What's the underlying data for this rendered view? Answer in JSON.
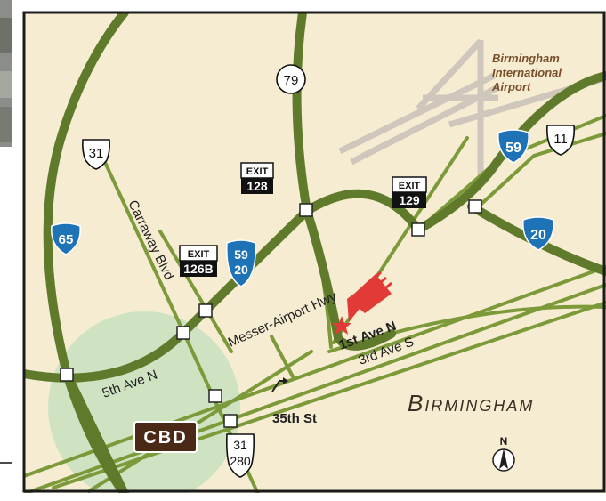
{
  "colors": {
    "background": "#f6ecd1",
    "road": "#5f7a2a",
    "road_light": "#7d9a3a",
    "park": "#cfe3c3",
    "runway": "#cfc7bb",
    "frame": "#1b1b1b",
    "interstate": "#1d73b6",
    "cbd_badge": "#4a2a17",
    "marker": "#e23a36",
    "city_text": "#3d2e23",
    "airport_text": "#7a4f2a"
  },
  "labels": {
    "airport": [
      "Birmingham",
      "International",
      "Airport"
    ],
    "city": "Birmingham",
    "cbd": "CBD",
    "destination": "1st Ave N",
    "compass_letter": "N"
  },
  "streets": [
    {
      "name": "carraway",
      "text": "Carraway Blvd"
    },
    {
      "name": "messer",
      "text": "Messer-Airport Hwy"
    },
    {
      "name": "fifth",
      "text": "5th Ave N"
    },
    {
      "name": "third",
      "text": "3rd Ave S"
    },
    {
      "name": "thirtyfifth",
      "text": "35th St"
    }
  ],
  "exits": [
    {
      "name": "128",
      "word": "EXIT",
      "number": "128"
    },
    {
      "name": "129",
      "word": "EXIT",
      "number": "129"
    },
    {
      "name": "126b",
      "word": "EXIT",
      "number": "126B"
    }
  ],
  "interstates": [
    {
      "name": "65",
      "lines": [
        "65"
      ]
    },
    {
      "name": "59",
      "lines": [
        "59"
      ]
    },
    {
      "name": "20",
      "lines": [
        "20"
      ]
    },
    {
      "name": "59-20",
      "lines": [
        "59",
        "20"
      ]
    }
  ],
  "us_routes": [
    {
      "name": "31",
      "lines": [
        "31"
      ]
    },
    {
      "name": "11",
      "lines": [
        "11"
      ]
    },
    {
      "name": "31-280",
      "lines": [
        "31",
        "280"
      ]
    }
  ],
  "state_routes": [
    {
      "name": "79",
      "text": "79"
    }
  ]
}
